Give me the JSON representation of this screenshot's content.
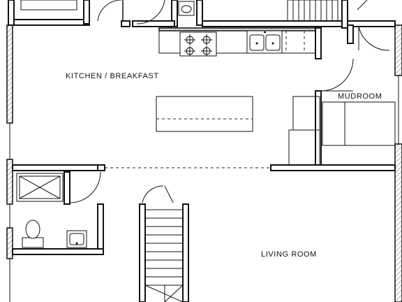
{
  "plan": {
    "rooms": {
      "kitchen_breakfast": "KITCHEN / BREAKFAST",
      "mudroom": "MUDROOM",
      "living_room": "LIVING ROOM"
    }
  }
}
